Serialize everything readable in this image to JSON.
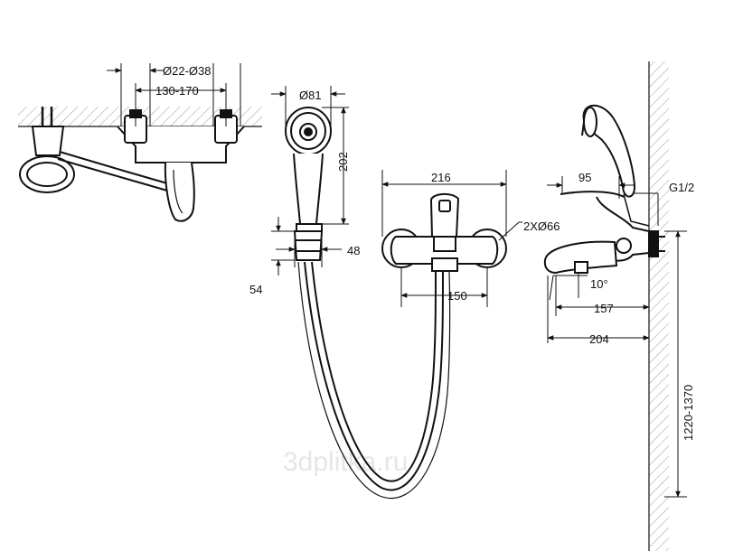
{
  "views": {
    "top": {
      "dim_outer": "Ø22-Ø38",
      "dim_inner": "130-170"
    },
    "handshower": {
      "dim_diameter": "Ø81",
      "dim_height": "202",
      "dim_holder_width": "48",
      "dim_holder_height": "54"
    },
    "front": {
      "dim_width": "216",
      "dim_center": "150",
      "dim_rosette": "2XØ66"
    },
    "side": {
      "dim_spout": "95",
      "dim_thread": "G1/2",
      "dim_angle": "10°",
      "dim_depth1": "157",
      "dim_depth2": "204",
      "dim_mount_height": "1220-1370"
    }
  },
  "watermark": "3dplitka.ru"
}
